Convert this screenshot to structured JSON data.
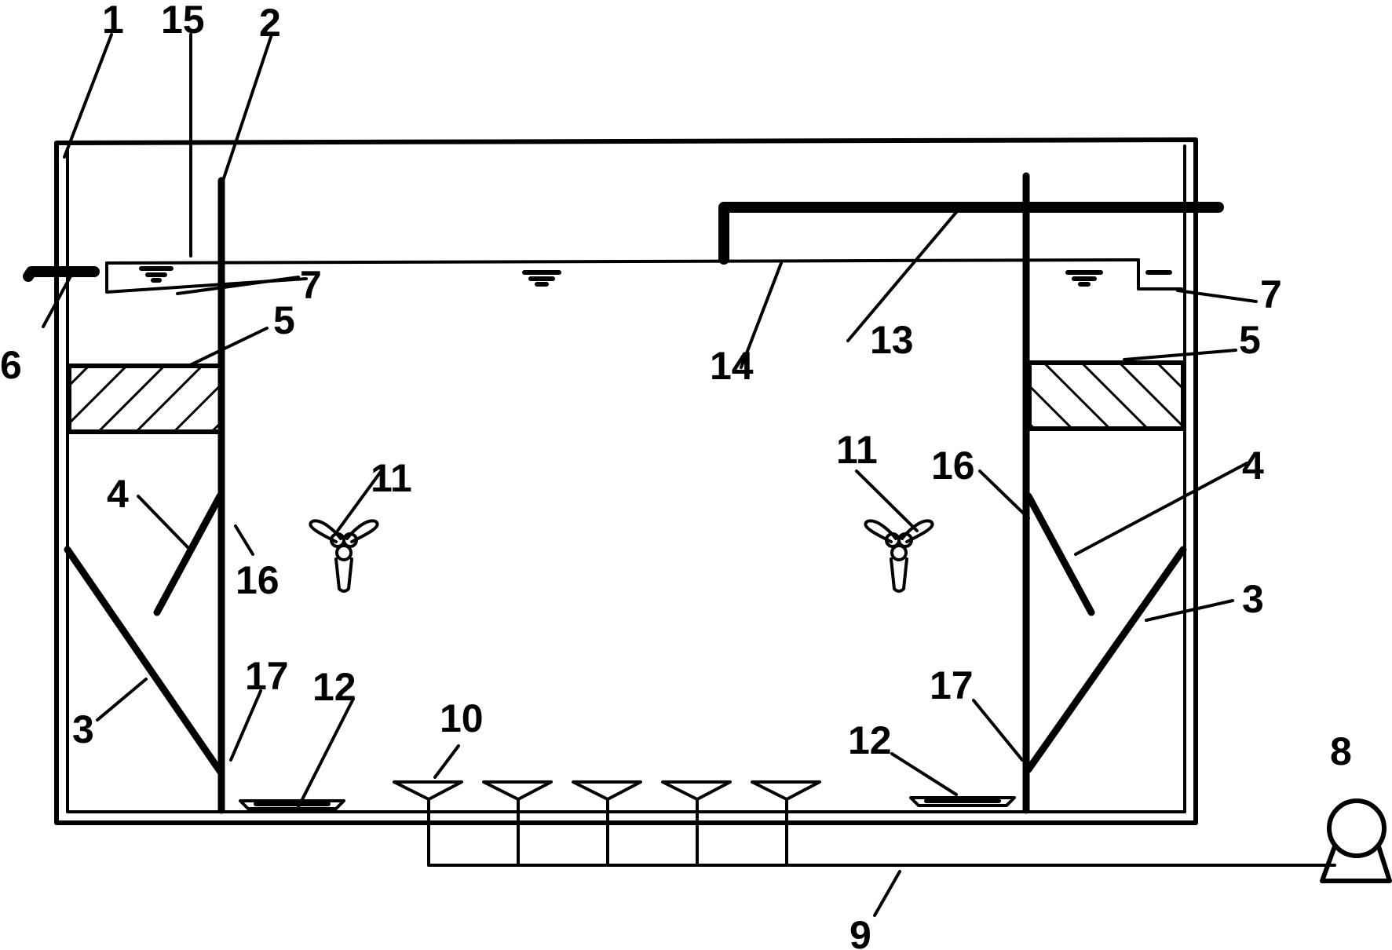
{
  "labels": {
    "l1": "1",
    "l15": "15",
    "l2": "2",
    "l6": "6",
    "l7_left": "7",
    "l5_left": "5",
    "l14": "14",
    "l13": "13",
    "l7_right": "7",
    "l5_right": "5",
    "l11_left": "11",
    "l11_right": "11",
    "l16_left": "16",
    "l16_right": "16",
    "l4_left": "4",
    "l4_right": "4",
    "l3_left": "3",
    "l3_right": "3",
    "l17_left": "17",
    "l17_right": "17",
    "l12_left": "12",
    "l12_right": "12",
    "l10": "10",
    "l8": "8",
    "l9": "9"
  }
}
